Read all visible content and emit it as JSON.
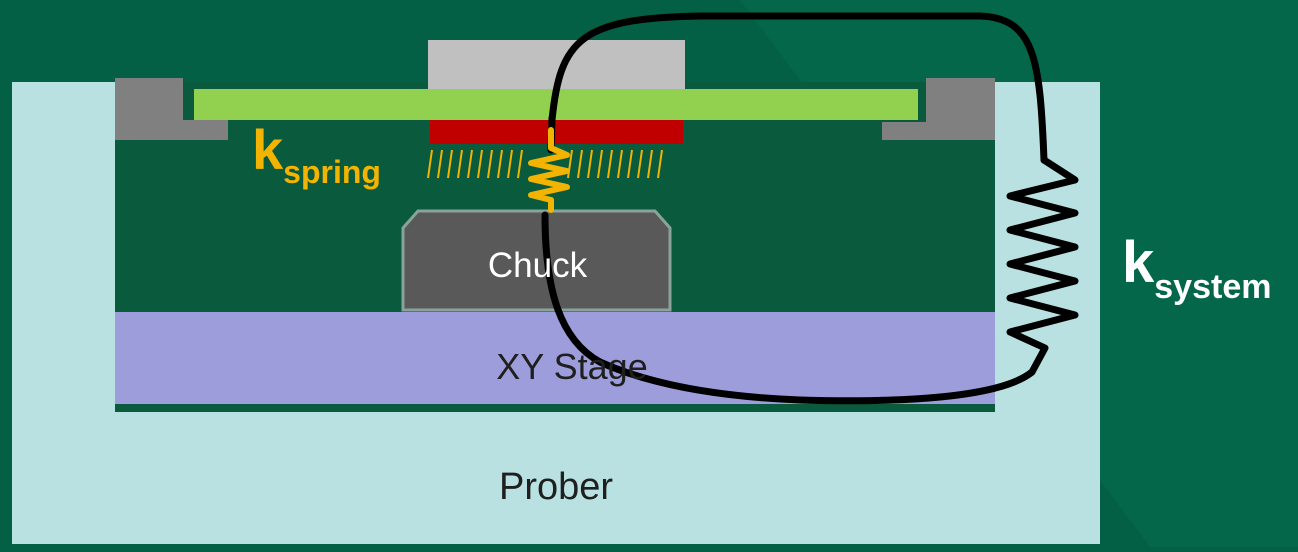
{
  "labels": {
    "prober": "Prober",
    "xy_stage": "XY Stage",
    "chuck": "Chuck",
    "k_spring": {
      "k": "k",
      "sub": "spring"
    },
    "k_system": {
      "k": "k",
      "sub": "system"
    }
  },
  "colors": {
    "background": "#036044",
    "prober": "#b9e1e1",
    "xy_stage": "#9e9ddc",
    "chamber": "#0a5a3e",
    "probe_card": "#92d050",
    "card_holder": "#808080",
    "top_block": "#c0c0c0",
    "needle_block": "#c00000",
    "chuck": "#595959",
    "chuck_border": "#8aa39a",
    "spring": "#f2b400",
    "loop": "#000000",
    "k_spring_text": "#f2b400",
    "k_system_text": "#ffffff"
  }
}
